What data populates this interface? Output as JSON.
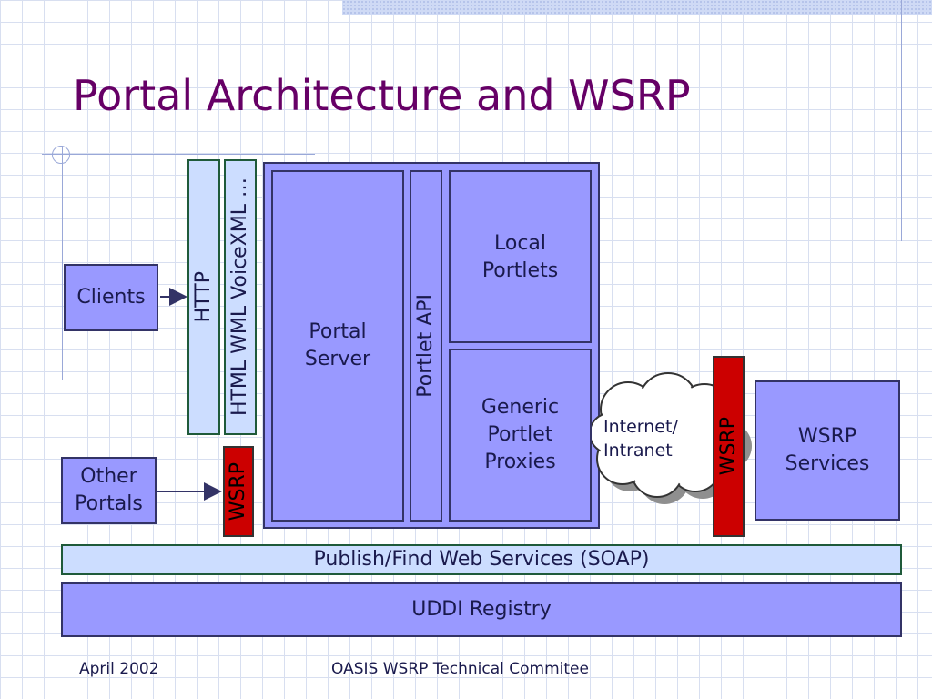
{
  "slide": {
    "title": "Portal Architecture and WSRP",
    "footer_left": "April 2002",
    "footer_center": "OASIS WSRP Technical Commitee"
  },
  "diagram": {
    "clients": "Clients",
    "other_portals": [
      "Other",
      "Portals"
    ],
    "http": "HTTP",
    "markup_languages": "HTML WML VoiceXML …",
    "wsrp_left": "WSRP",
    "portal_server": [
      "Portal",
      "Server"
    ],
    "portlet_api": "Portlet API",
    "local_portlets": [
      "Local",
      "Portlets"
    ],
    "generic_proxies": [
      "Generic",
      "Portlet",
      "Proxies"
    ],
    "network": [
      "Internet/",
      "Intranet"
    ],
    "wsrp_right": "WSRP",
    "wsrp_services": [
      "WSRP",
      "Services"
    ],
    "publish_find": "Publish/Find Web Services (SOAP)",
    "uddi": "UDDI Registry"
  },
  "colors": {
    "title": "#660066",
    "component_fill": "#9999ff",
    "protocol_fill": "#ccddff",
    "wsrp_fill": "#cc0000",
    "text": "#1a1a4d"
  }
}
